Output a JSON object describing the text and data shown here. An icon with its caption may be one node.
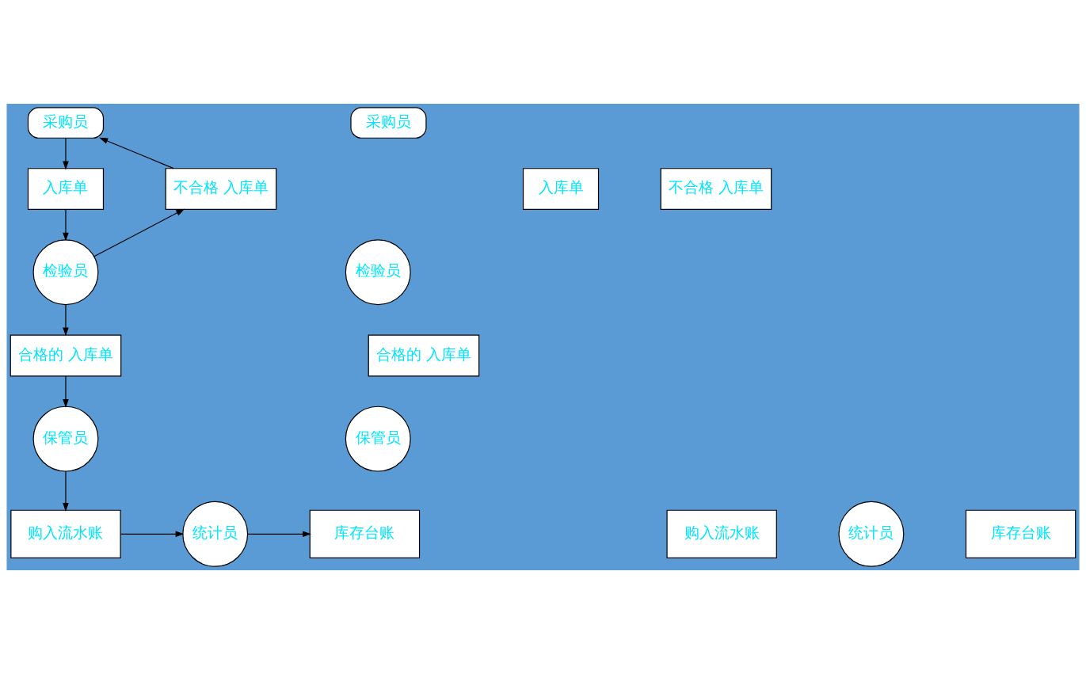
{
  "diagram": {
    "nodes": [
      {
        "text": [
          "采购员"
        ]
      },
      {
        "text": [
          "入库单"
        ]
      },
      {
        "text": [
          "不合格 入库单"
        ]
      },
      {
        "text": [
          "检验员"
        ]
      },
      {
        "text": [
          "合格的 入库单"
        ]
      },
      {
        "text": [
          "保管员"
        ]
      },
      {
        "text": [
          "购入流水账"
        ]
      },
      {
        "text": [
          "统计员"
        ]
      },
      {
        "text": [
          "库存台账"
        ]
      },
      {
        "text": [
          "采购员"
        ]
      },
      {
        "text": [
          "入库单"
        ]
      },
      {
        "text": [
          "不合格 入库单"
        ]
      },
      {
        "text": [
          "检验员"
        ]
      },
      {
        "text": [
          "合格的 入库单"
        ]
      },
      {
        "text": [
          "保管员"
        ]
      },
      {
        "text": [
          "购入流水账"
        ]
      },
      {
        "text": [
          "统计员"
        ]
      },
      {
        "text": [
          "库存台账"
        ]
      }
    ],
    "edges": [
      {
        "from": 0,
        "to": 1,
        "arrow": "to"
      },
      {
        "from": 1,
        "to": 3,
        "arrow": "to"
      },
      {
        "from": 3,
        "to": 2,
        "arrow": "to"
      },
      {
        "from": 2,
        "to": 0,
        "arrow": "to"
      },
      {
        "from": 3,
        "to": 4,
        "arrow": "to"
      },
      {
        "from": 4,
        "to": 5,
        "arrow": "to"
      },
      {
        "from": 5,
        "to": 6,
        "arrow": "to"
      },
      {
        "from": 6,
        "to": 7,
        "arrow": "to"
      },
      {
        "from": 7,
        "to": 8,
        "arrow": "to"
      }
    ]
  }
}
